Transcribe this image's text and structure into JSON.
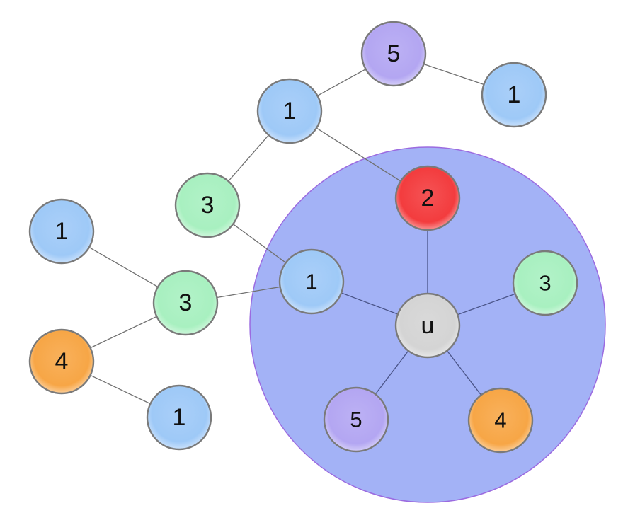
{
  "colors": {
    "blue": "#9ec9f7",
    "green": "#a8f0c0",
    "orange": "#f7a646",
    "purple": "#b3a6f2",
    "red": "#f33c3e",
    "gray": "#d4d4d4",
    "neighborhood_fill": "#a3b2f6",
    "neighborhood_stroke": "#9b6be0"
  },
  "nodes": [
    {
      "id": "n_top5",
      "label": "5",
      "color": "purple"
    },
    {
      "id": "n_top1_right",
      "label": "1",
      "color": "blue"
    },
    {
      "id": "n_mid1",
      "label": "1",
      "color": "blue"
    },
    {
      "id": "n_red2",
      "label": "2",
      "color": "red"
    },
    {
      "id": "n_green3_upper",
      "label": "3",
      "color": "green"
    },
    {
      "id": "n_left1_top",
      "label": "1",
      "color": "blue"
    },
    {
      "id": "n_inner1",
      "label": "1",
      "color": "blue"
    },
    {
      "id": "n_green3_left",
      "label": "3",
      "color": "green"
    },
    {
      "id": "n_u",
      "label": "u",
      "color": "gray"
    },
    {
      "id": "n_right3",
      "label": "3",
      "color": "green"
    },
    {
      "id": "n_orange4_left",
      "label": "4",
      "color": "orange"
    },
    {
      "id": "n_bottom1_left",
      "label": "1",
      "color": "blue"
    },
    {
      "id": "n_purple5_bottom",
      "label": "5",
      "color": "purple"
    },
    {
      "id": "n_orange4_bottom",
      "label": "4",
      "color": "orange"
    }
  ],
  "edges": [
    [
      "n_mid1",
      "n_top5"
    ],
    [
      "n_top5",
      "n_top1_right"
    ],
    [
      "n_mid1",
      "n_green3_upper"
    ],
    [
      "n_mid1",
      "n_red2"
    ],
    [
      "n_green3_upper",
      "n_inner1"
    ],
    [
      "n_left1_top",
      "n_green3_left"
    ],
    [
      "n_green3_left",
      "n_inner1"
    ],
    [
      "n_green3_left",
      "n_orange4_left"
    ],
    [
      "n_orange4_left",
      "n_bottom1_left"
    ],
    [
      "n_u",
      "n_red2"
    ],
    [
      "n_u",
      "n_inner1"
    ],
    [
      "n_u",
      "n_right3"
    ],
    [
      "n_u",
      "n_purple5_bottom"
    ],
    [
      "n_u",
      "n_orange4_bottom"
    ]
  ],
  "neighborhood": {
    "center": "n_u",
    "members": [
      "n_u",
      "n_red2",
      "n_inner1",
      "n_right3",
      "n_purple5_bottom",
      "n_orange4_bottom"
    ]
  }
}
